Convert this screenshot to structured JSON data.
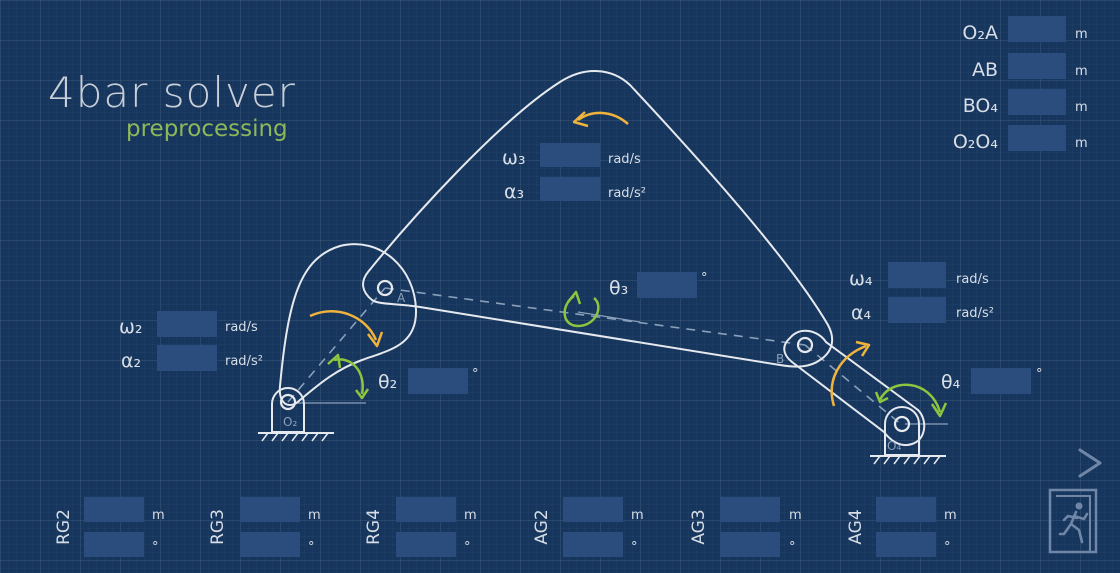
{
  "app": {
    "title": "4bar solver",
    "subtitle": "preprocessing"
  },
  "links": [
    {
      "key": "O2A",
      "label": "O₂A",
      "unit": "m",
      "value": ""
    },
    {
      "key": "AB",
      "label": "AB",
      "unit": "m",
      "value": ""
    },
    {
      "key": "BO4",
      "label": "BO₄",
      "unit": "m",
      "value": ""
    },
    {
      "key": "O2O4",
      "label": "O₂O₄",
      "unit": "m",
      "value": ""
    }
  ],
  "coupler": {
    "omega_label": "ω₃",
    "omega_unit": "rad/s",
    "omega_value": "",
    "alpha_label": "α₃",
    "alpha_unit": "rad/s²",
    "alpha_value": ""
  },
  "crank": {
    "omega_label": "ω₂",
    "omega_unit": "rad/s",
    "omega_value": "",
    "alpha_label": "α₂",
    "alpha_unit": "rad/s²",
    "alpha_value": ""
  },
  "rocker": {
    "omega_label": "ω₄",
    "omega_unit": "rad/s",
    "omega_value": "",
    "alpha_label": "α₄",
    "alpha_unit": "rad/s²",
    "alpha_value": ""
  },
  "angles": {
    "theta2_label": "θ₂",
    "theta3_label": "θ₃",
    "theta4_label": "θ₄",
    "deg_unit": "°",
    "theta2_value": "",
    "theta3_value": "",
    "theta4_value": ""
  },
  "joints": {
    "O2": "O₂",
    "A": "A",
    "B": "B",
    "O4": "O₄"
  },
  "mass_props": [
    {
      "label": "RG2",
      "len_unit": "m",
      "ang_unit": "°",
      "len_value": "",
      "ang_value": ""
    },
    {
      "label": "RG3",
      "len_unit": "m",
      "ang_unit": "°",
      "len_value": "",
      "ang_value": ""
    },
    {
      "label": "RG4",
      "len_unit": "m",
      "ang_unit": "°",
      "len_value": "",
      "ang_value": ""
    },
    {
      "label": "AG2",
      "len_unit": "m",
      "ang_unit": "°",
      "len_value": "",
      "ang_value": ""
    },
    {
      "label": "AG3",
      "len_unit": "m",
      "ang_unit": "°",
      "len_value": "",
      "ang_value": ""
    },
    {
      "label": "AG4",
      "len_unit": "m",
      "ang_unit": "°",
      "len_value": "",
      "ang_value": ""
    }
  ],
  "colors": {
    "background": "#17365e",
    "field": "#2a4d7d",
    "link_stroke": "#e6e9ee",
    "omega_arrow": "#f0b43c",
    "theta_arrow": "#8cc63f",
    "subtitle": "#8db85a"
  },
  "icons": {
    "next": "chevron-right-icon",
    "exit": "exit-door-icon"
  }
}
